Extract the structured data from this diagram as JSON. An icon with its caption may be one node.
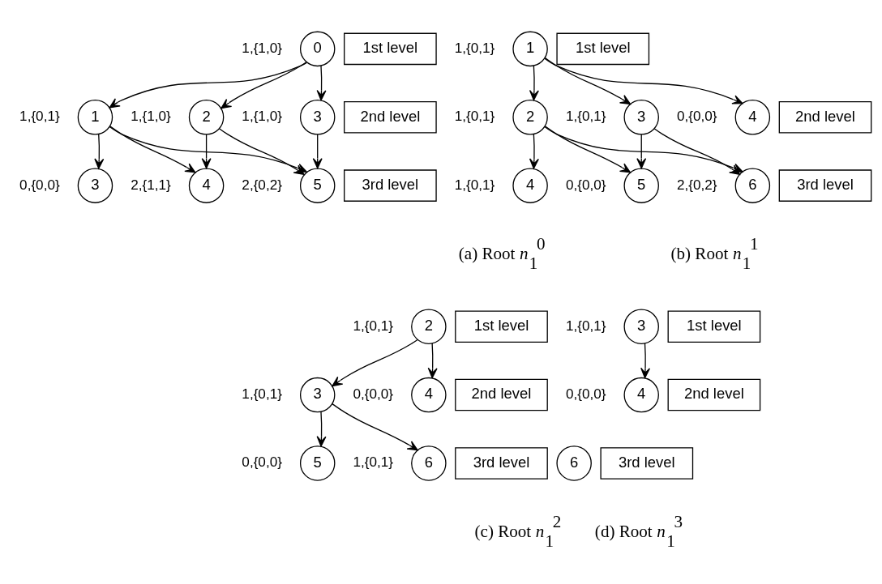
{
  "diagram": {
    "nodes": [
      {
        "text": [
          "0"
        ],
        "beside": [
          "1,{1,0}"
        ]
      },
      {
        "text": [
          "1"
        ],
        "beside": [
          "1,{0,1}"
        ]
      },
      {
        "text": [
          "2"
        ],
        "beside": [
          "1,{1,0}"
        ]
      },
      {
        "text": [
          "3"
        ],
        "beside": [
          "1,{1,0}"
        ]
      },
      {
        "text": [
          "3"
        ],
        "beside": [
          "0,{0,0}"
        ]
      },
      {
        "text": [
          "4"
        ],
        "beside": [
          "2,{1,1}"
        ]
      },
      {
        "text": [
          "5"
        ],
        "beside": [
          "2,{0,2}"
        ]
      },
      {
        "text": [
          "1st level"
        ]
      },
      {
        "text": [
          "2nd level"
        ]
      },
      {
        "text": [
          "3rd level"
        ]
      },
      {
        "text": [
          "1"
        ],
        "beside": [
          "1,{0,1}"
        ]
      },
      {
        "text": [
          "2"
        ],
        "beside": [
          "1,{0,1}"
        ]
      },
      {
        "text": [
          "3"
        ],
        "beside": [
          "1,{0,1}"
        ]
      },
      {
        "text": [
          "4"
        ],
        "beside": [
          "0,{0,0}"
        ]
      },
      {
        "text": [
          "4"
        ],
        "beside": [
          "1,{0,1}"
        ]
      },
      {
        "text": [
          "5"
        ],
        "beside": [
          "0,{0,0}"
        ]
      },
      {
        "text": [
          "6"
        ],
        "beside": [
          "2,{0,2}"
        ]
      },
      {
        "text": [
          "1st level"
        ]
      },
      {
        "text": [
          "2nd level"
        ]
      },
      {
        "text": [
          "3rd level"
        ]
      },
      {
        "text": [
          "2"
        ],
        "beside": [
          "1,{0,1}"
        ]
      },
      {
        "text": [
          "3"
        ],
        "beside": [
          "1,{0,1}"
        ]
      },
      {
        "text": [
          "4"
        ],
        "beside": [
          "0,{0,0}"
        ]
      },
      {
        "text": [
          "5"
        ],
        "beside": [
          "0,{0,0}"
        ]
      },
      {
        "text": [
          "6"
        ],
        "beside": [
          "1,{0,1}"
        ]
      },
      {
        "text": [
          "1st level"
        ]
      },
      {
        "text": [
          "2nd level"
        ]
      },
      {
        "text": [
          "3rd level"
        ]
      },
      {
        "text": [
          "3"
        ],
        "beside": [
          "1,{0,1}"
        ]
      },
      {
        "text": [
          "4"
        ],
        "beside": [
          "0,{0,0}"
        ]
      },
      {
        "text": [
          "6"
        ]
      },
      {
        "text": [
          "1st level"
        ]
      },
      {
        "text": [
          "2nd level"
        ]
      },
      {
        "text": [
          "3rd level"
        ]
      }
    ],
    "edges": [
      {
        "from": 0,
        "to": 1,
        "arrow": "to"
      },
      {
        "from": 0,
        "to": 2,
        "arrow": "to"
      },
      {
        "from": 0,
        "to": 3,
        "arrow": "to"
      },
      {
        "from": 1,
        "to": 4,
        "arrow": "to"
      },
      {
        "from": 1,
        "to": 5,
        "arrow": "to"
      },
      {
        "from": 1,
        "to": 6,
        "arrow": "to"
      },
      {
        "from": 2,
        "to": 5,
        "arrow": "to"
      },
      {
        "from": 2,
        "to": 6,
        "arrow": "to"
      },
      {
        "from": 3,
        "to": 6,
        "arrow": "to"
      },
      {
        "from": 10,
        "to": 11,
        "arrow": "to"
      },
      {
        "from": 10,
        "to": 12,
        "arrow": "to"
      },
      {
        "from": 10,
        "to": 13,
        "arrow": "to"
      },
      {
        "from": 11,
        "to": 14,
        "arrow": "to"
      },
      {
        "from": 11,
        "to": 15,
        "arrow": "to"
      },
      {
        "from": 11,
        "to": 16,
        "arrow": "to"
      },
      {
        "from": 12,
        "to": 15,
        "arrow": "to"
      },
      {
        "from": 12,
        "to": 16,
        "arrow": "to"
      },
      {
        "from": 20,
        "to": 21,
        "arrow": "to"
      },
      {
        "from": 20,
        "to": 22,
        "arrow": "to"
      },
      {
        "from": 21,
        "to": 23,
        "arrow": "to"
      },
      {
        "from": 21,
        "to": 24,
        "arrow": "to"
      },
      {
        "from": 28,
        "to": 29,
        "arrow": "to"
      }
    ],
    "labels": [
      "(a) Root *n*$_{1}$$^{0}$",
      "(b) Root *n*$_{1}$$^{1}$",
      "(c) Root *n*$_{1}$$^{2}$",
      "(d) Root *n*$_{1}$$^{3}$"
    ]
  }
}
